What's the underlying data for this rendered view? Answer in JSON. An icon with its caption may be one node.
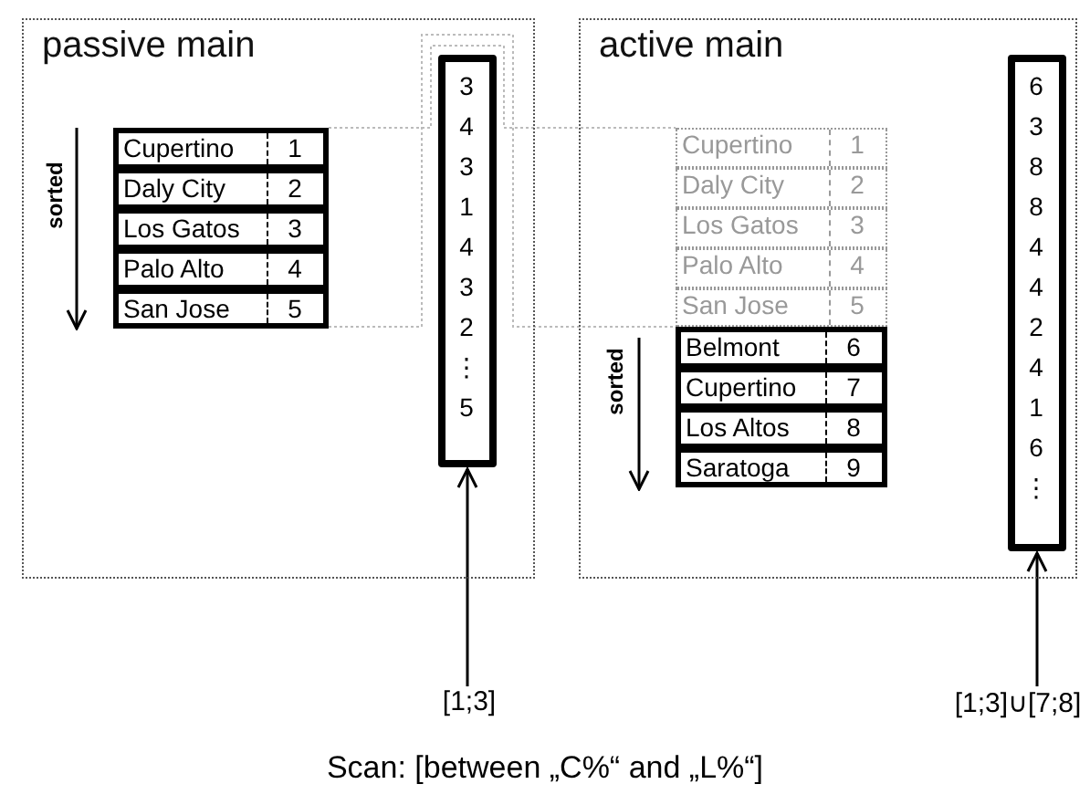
{
  "diagram": {
    "caption": "Scan: [between „C%“ and „L%“]",
    "nodes": [
      {
        "text": [
          "passive main"
        ]
      },
      {
        "text": [
          "Cupertino",
          "1"
        ],
        "in": 0
      },
      {
        "text": [
          "Daly City",
          "2"
        ],
        "in": 0
      },
      {
        "text": [
          "Los Gatos",
          "3"
        ],
        "in": 0
      },
      {
        "text": [
          "Palo Alto",
          "4"
        ],
        "in": 0
      },
      {
        "text": [
          "San Jose",
          "5"
        ],
        "in": 0
      },
      {
        "text": [
          "3",
          "4",
          "3",
          "1",
          "4",
          "3",
          "2",
          "⋮",
          "5"
        ],
        "in": 0
      },
      {
        "text": [
          "[1;3]"
        ]
      },
      {
        "text": [
          "active main"
        ]
      },
      {
        "text": [
          "Cupertino",
          "1"
        ],
        "in": 8
      },
      {
        "text": [
          "Daly City",
          "2"
        ],
        "in": 8
      },
      {
        "text": [
          "Los Gatos",
          "3"
        ],
        "in": 8
      },
      {
        "text": [
          "Palo Alto",
          "4"
        ],
        "in": 8
      },
      {
        "text": [
          "San Jose",
          "5"
        ],
        "in": 8
      },
      {
        "text": [
          "Belmont",
          "6"
        ],
        "in": 8
      },
      {
        "text": [
          "Cupertino",
          "7"
        ],
        "in": 8
      },
      {
        "text": [
          "Los Altos",
          "8"
        ],
        "in": 8
      },
      {
        "text": [
          "Saratoga",
          "9"
        ],
        "in": 8
      },
      {
        "text": [
          "6",
          "3",
          "8",
          "8",
          "4",
          "4",
          "2",
          "4",
          "1",
          "6",
          "⋮"
        ],
        "in": 8
      },
      {
        "text": [
          "[1;3]∪[7;8]"
        ]
      }
    ],
    "edges": [
      {
        "from": 7,
        "to": 6,
        "arrow": "to"
      },
      {
        "from": 19,
        "to": 18,
        "arrow": "to"
      },
      {
        "from": 1,
        "to": 9,
        "arrow": "none",
        "style": "dashed",
        "color": "#bbbbbb"
      },
      {
        "from": 5,
        "to": 13,
        "arrow": "none",
        "style": "dashed",
        "color": "#bbbbbb"
      }
    ],
    "labels": [
      "sorted",
      "sorted"
    ]
  }
}
